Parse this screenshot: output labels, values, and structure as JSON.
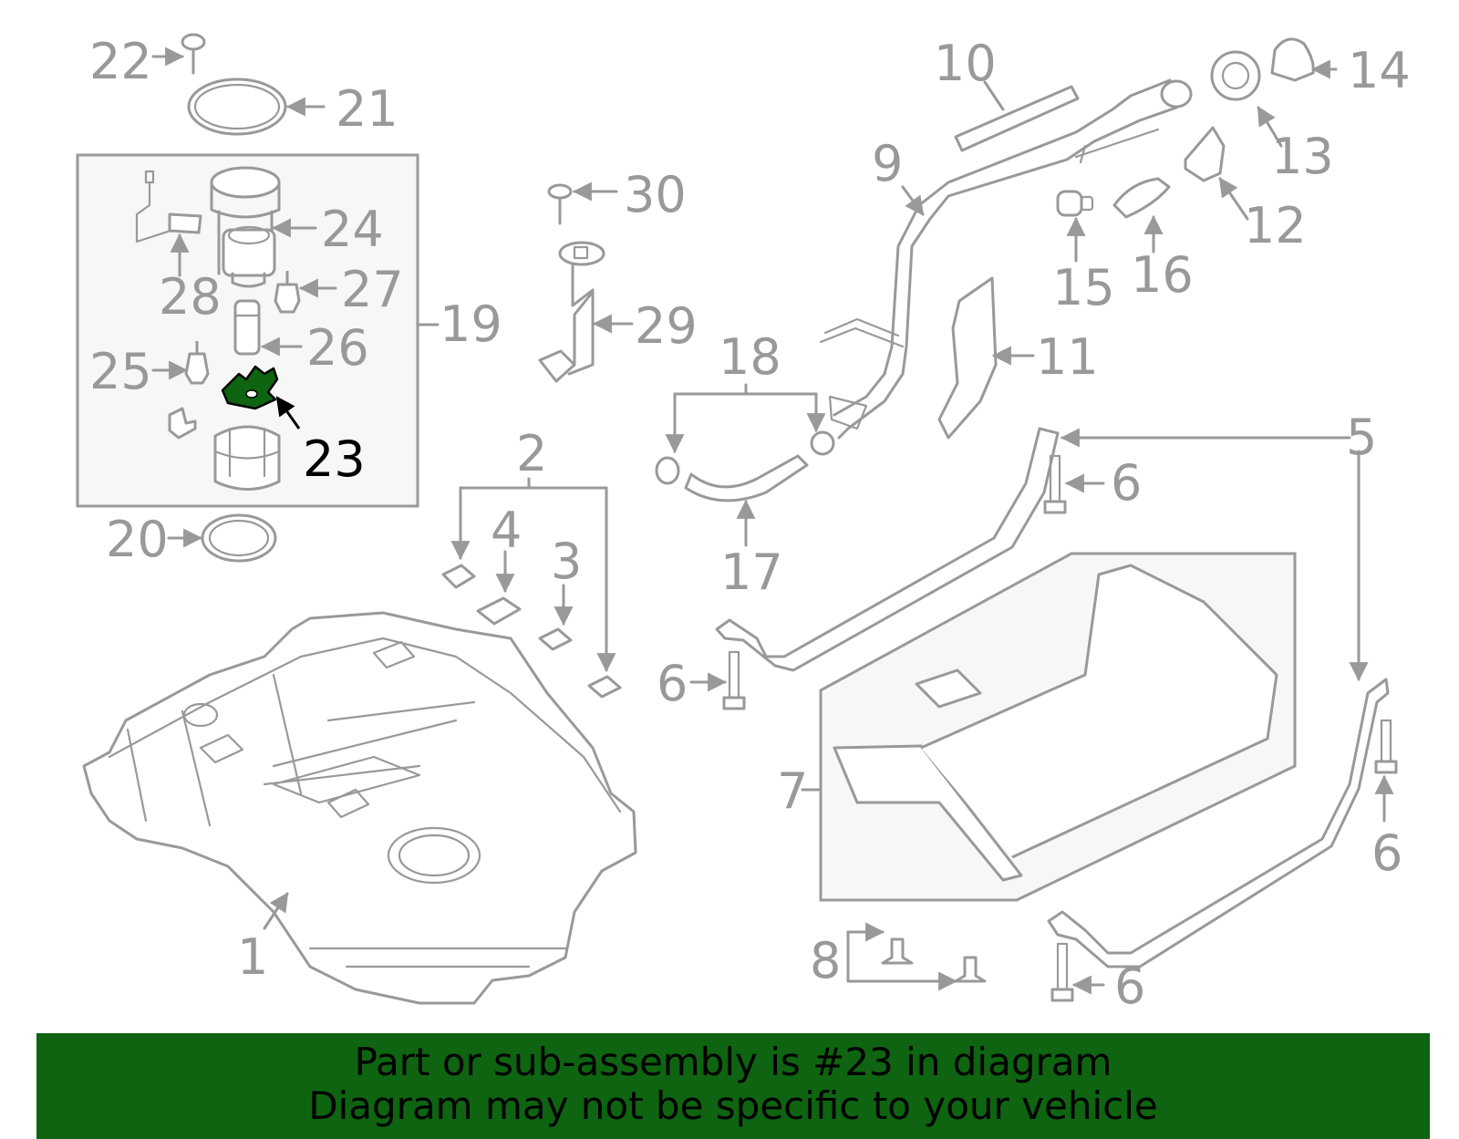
{
  "diagram": {
    "callouts": {
      "c1": "1",
      "c2": "2",
      "c3": "3",
      "c4": "4",
      "c5": "5",
      "c6a": "6",
      "c6b": "6",
      "c6c": "6",
      "c6d": "6",
      "c7": "7",
      "c8": "8",
      "c9": "9",
      "c10": "10",
      "c11": "11",
      "c12": "12",
      "c13": "13",
      "c14": "14",
      "c15": "15",
      "c16": "16",
      "c17": "17",
      "c18": "18",
      "c19": "19",
      "c20": "20",
      "c21": "21",
      "c22": "22",
      "c23": "23",
      "c24": "24",
      "c25": "25",
      "c26": "26",
      "c27": "27",
      "c28": "28",
      "c29": "29",
      "c30": "30"
    },
    "highlight_color": "#0e6410",
    "line_color": "#999999"
  },
  "banner": {
    "line1": "Part or sub-assembly is #23 in diagram",
    "line2": "Diagram may not be specific to your vehicle",
    "background_color": "#0e6410"
  }
}
